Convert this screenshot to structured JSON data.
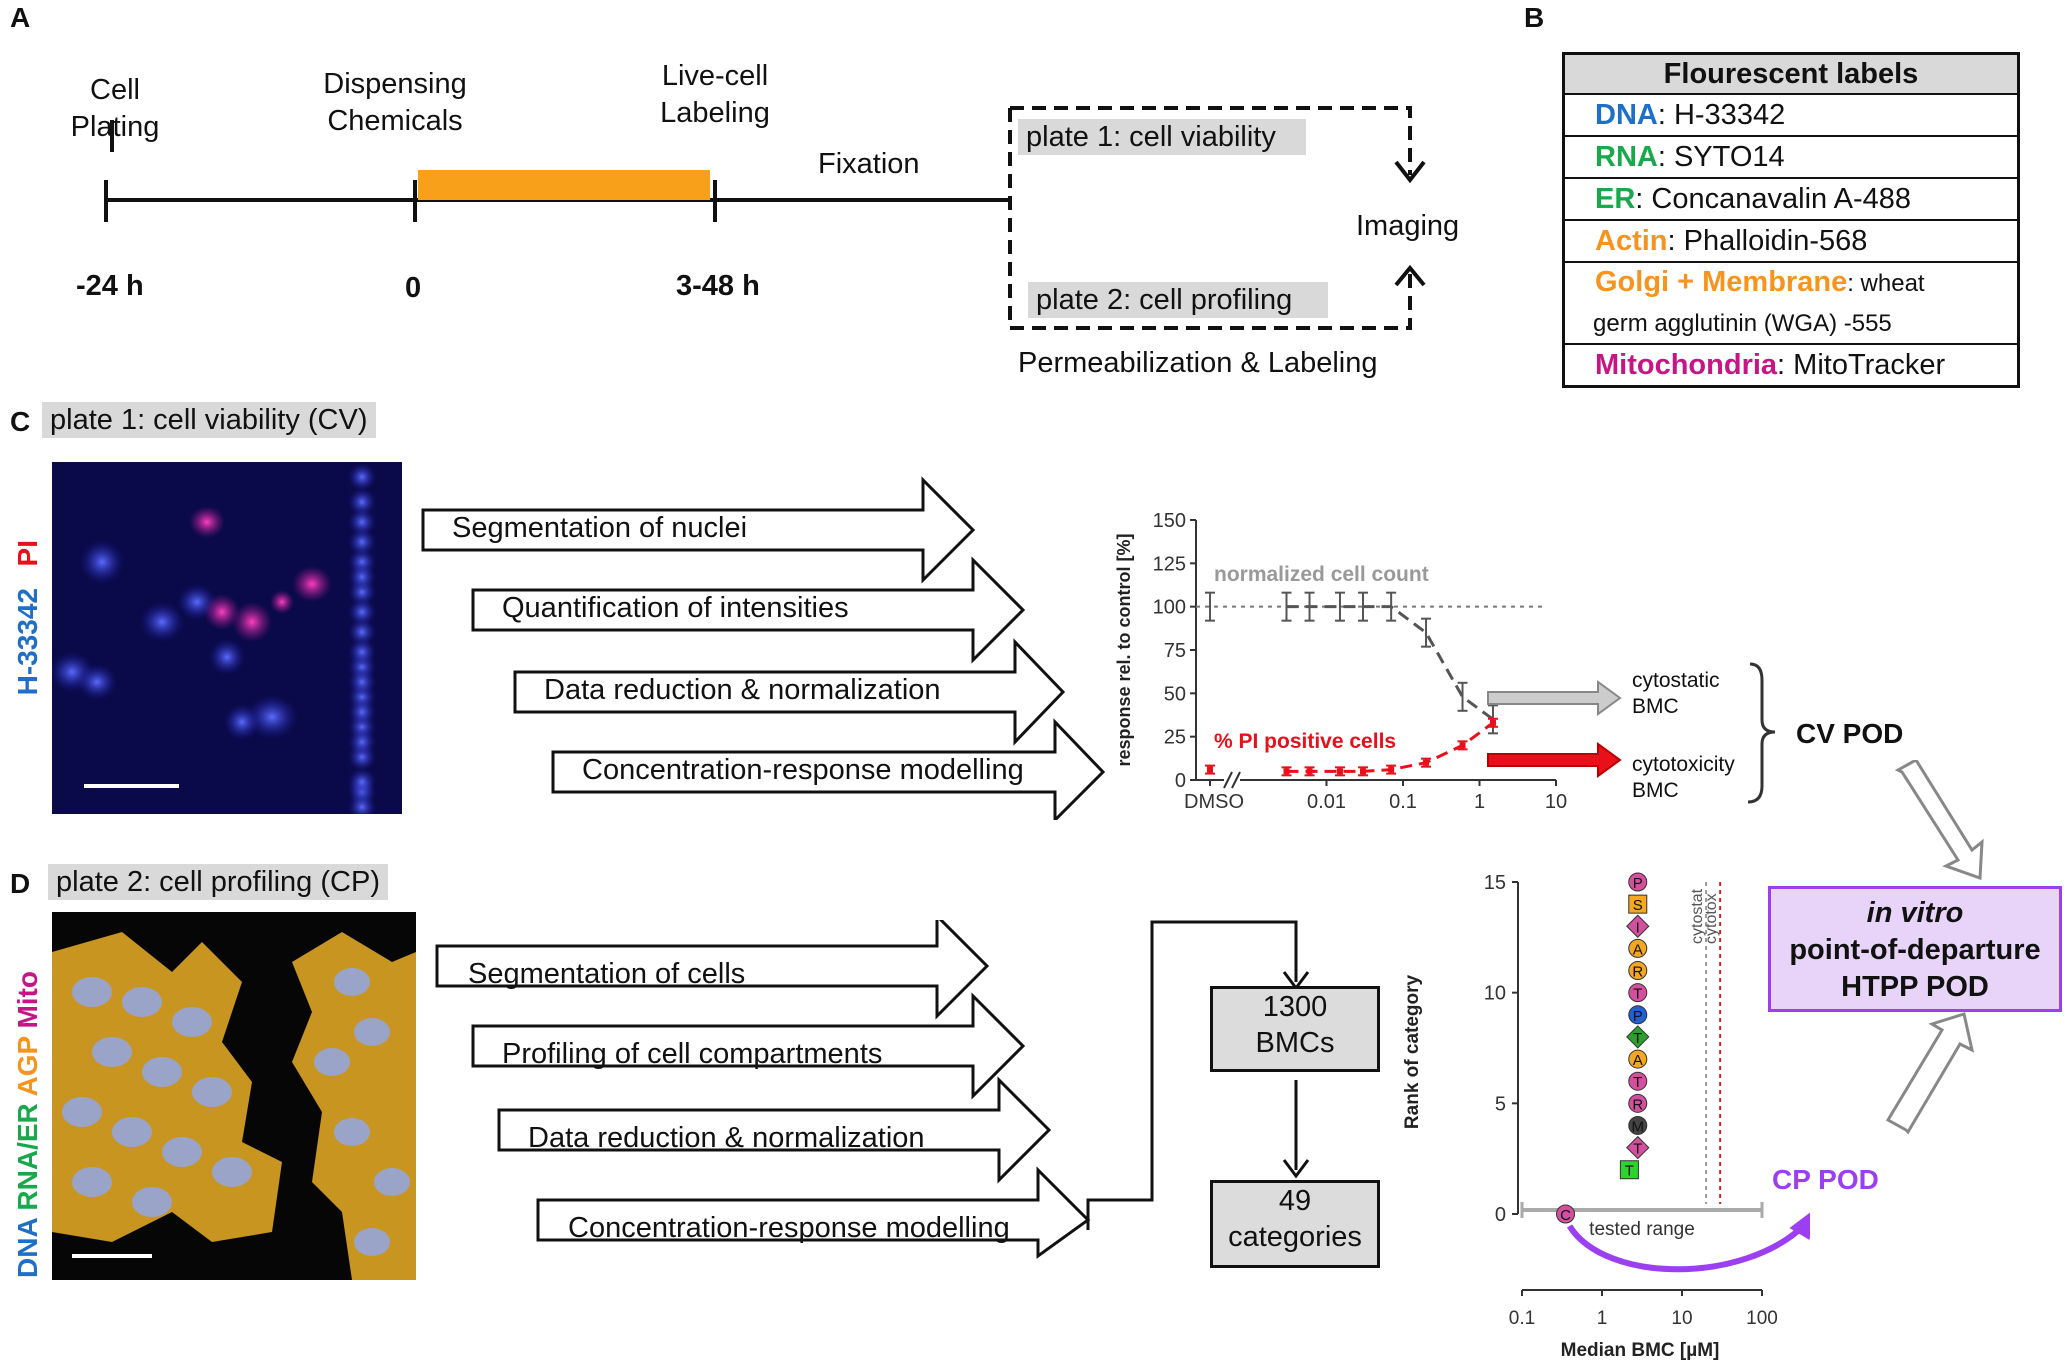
{
  "panel_a": {
    "label": "A",
    "cell_plating": "Cell\nPlating",
    "dispensing": "Dispensing\nChemicals",
    "live_cell": "Live-cell\nLabeling",
    "fixation": "Fixation",
    "t1": "-24 h",
    "t2": "0",
    "t3": "3-48 h",
    "plate1": "plate 1: cell viability",
    "plate2": "plate 2: cell profiling",
    "imaging": "Imaging",
    "perm": "Permeabilization & Labeling",
    "orange": "#f9a01b"
  },
  "panel_b": {
    "label": "B",
    "header": "Flourescent labels",
    "rows": [
      {
        "key": "DNA",
        "rest": ": H-33342",
        "color": "#1f6fc8"
      },
      {
        "key": "RNA",
        "rest": ": SYTO14",
        "color": "#1aa84c"
      },
      {
        "key": "ER",
        "rest": ": Concanavalin A-488",
        "color": "#1aa84c"
      },
      {
        "key": "Actin",
        "rest": ": Phalloidin-568",
        "color": "#f7941d"
      },
      {
        "key": "Golgi + Membrane",
        "rest": ": wheat",
        "rest2": "germ agglutinin (WGA) -555",
        "color": "#f7941d"
      },
      {
        "key": "Mitochondria",
        "rest": ": MitoTracker",
        "color": "#c71585"
      }
    ]
  },
  "panel_c": {
    "label": "C",
    "title": "plate 1: cell viability (CV)",
    "stain_pi": "PI",
    "stain_h": "H-33342",
    "steps": [
      "Segmentation of nuclei",
      "Quantification of intensities",
      "Data reduction & normalization",
      "Concentration-response modelling"
    ],
    "cytostatic": "cytostatic\nBMC",
    "cytotoxicity": "cytotoxicity\nBMC",
    "cv_pod": "CV POD"
  },
  "panel_d": {
    "label": "D",
    "title": "plate 2: cell profiling (CP)",
    "stain_dna": "DNA",
    "stain_rna": "RNA/ER",
    "stain_agp": "AGP",
    "stain_mito": "Mito",
    "steps": [
      "Segmentation of cells",
      "Profiling of cell compartments",
      "Data reduction & normalization",
      "Concentration-response modelling"
    ],
    "bmcs": "1300\nBMCs",
    "categories": "49\ncategories",
    "cp_pod": "CP POD",
    "invitro": "in vitro",
    "pod1": "point-of-departure",
    "pod2": "HTPP POD"
  },
  "chart_data": [
    {
      "type": "line",
      "title": "",
      "ylabel": "response rel. to control [%]",
      "xlabel": "",
      "x_ticks": [
        "DMSO",
        "0.01",
        "0.1",
        "1",
        "10"
      ],
      "y_ticks": [
        "0",
        "25",
        "50",
        "75",
        "100",
        "125",
        "150"
      ],
      "ylim": [
        0,
        150
      ],
      "xlim_log": [
        0.001,
        10
      ],
      "series": [
        {
          "name": "normalized cell count",
          "color": "#555555",
          "x": [
            "DMSO",
            0.003,
            0.006,
            0.015,
            0.03,
            0.07,
            0.2,
            0.6,
            1.5
          ],
          "values": [
            100,
            100,
            100,
            100,
            100,
            100,
            85,
            48,
            35
          ]
        },
        {
          "name": "% PI positive cells",
          "color": "#e8101a",
          "x": [
            "DMSO",
            0.003,
            0.006,
            0.015,
            0.03,
            0.07,
            0.2,
            0.6,
            1.5
          ],
          "values": [
            6,
            5,
            5,
            5,
            5,
            6,
            10,
            20,
            33
          ]
        }
      ],
      "reference_line": 100
    },
    {
      "type": "scatter",
      "ylabel": "Rank of category",
      "xlabel": "Median BMC [µM]",
      "x_ticks": [
        "0.1",
        "1",
        "10",
        "100"
      ],
      "y_ticks": [
        "0",
        "5",
        "10",
        "15"
      ],
      "ylim": [
        0,
        15
      ],
      "points": [
        {
          "letter": "C",
          "x": 0.35,
          "y": 0,
          "color": "#d4509e",
          "shape": "circle"
        },
        {
          "letter": "T",
          "x": 2.2,
          "y": 2,
          "color": "#2ed42e",
          "shape": "square"
        },
        {
          "letter": "T",
          "x": 2.8,
          "y": 3,
          "color": "#d4509e",
          "shape": "diamond"
        },
        {
          "letter": "M",
          "x": 2.8,
          "y": 4,
          "color": "#444444",
          "shape": "circle"
        },
        {
          "letter": "R",
          "x": 2.8,
          "y": 5,
          "color": "#d4509e",
          "shape": "circle"
        },
        {
          "letter": "T",
          "x": 2.8,
          "y": 6,
          "color": "#d4509e",
          "shape": "circle"
        },
        {
          "letter": "A",
          "x": 2.8,
          "y": 7,
          "color": "#f5a623",
          "shape": "circle"
        },
        {
          "letter": "T",
          "x": 2.8,
          "y": 8,
          "color": "#2ca02c",
          "shape": "diamond"
        },
        {
          "letter": "P",
          "x": 2.8,
          "y": 9,
          "color": "#2060d0",
          "shape": "circle"
        },
        {
          "letter": "T",
          "x": 2.8,
          "y": 10,
          "color": "#d4509e",
          "shape": "circle"
        },
        {
          "letter": "R",
          "x": 2.8,
          "y": 11,
          "color": "#f5a623",
          "shape": "circle"
        },
        {
          "letter": "A",
          "x": 2.8,
          "y": 12,
          "color": "#f5a623",
          "shape": "circle"
        },
        {
          "letter": "I",
          "x": 2.8,
          "y": 13,
          "color": "#d4509e",
          "shape": "diamond"
        },
        {
          "letter": "S",
          "x": 2.8,
          "y": 14,
          "color": "#f5a623",
          "shape": "square"
        },
        {
          "letter": "P",
          "x": 2.8,
          "y": 15,
          "color": "#d4509e",
          "shape": "circle"
        }
      ],
      "vlines": [
        {
          "name": "cytostat",
          "x": 20,
          "color": "#999999"
        },
        {
          "name": "cytotox",
          "x": 30,
          "color": "#cc2222"
        }
      ],
      "tested_range": "tested range",
      "tested_range_x": [
        0.1,
        100
      ]
    }
  ]
}
